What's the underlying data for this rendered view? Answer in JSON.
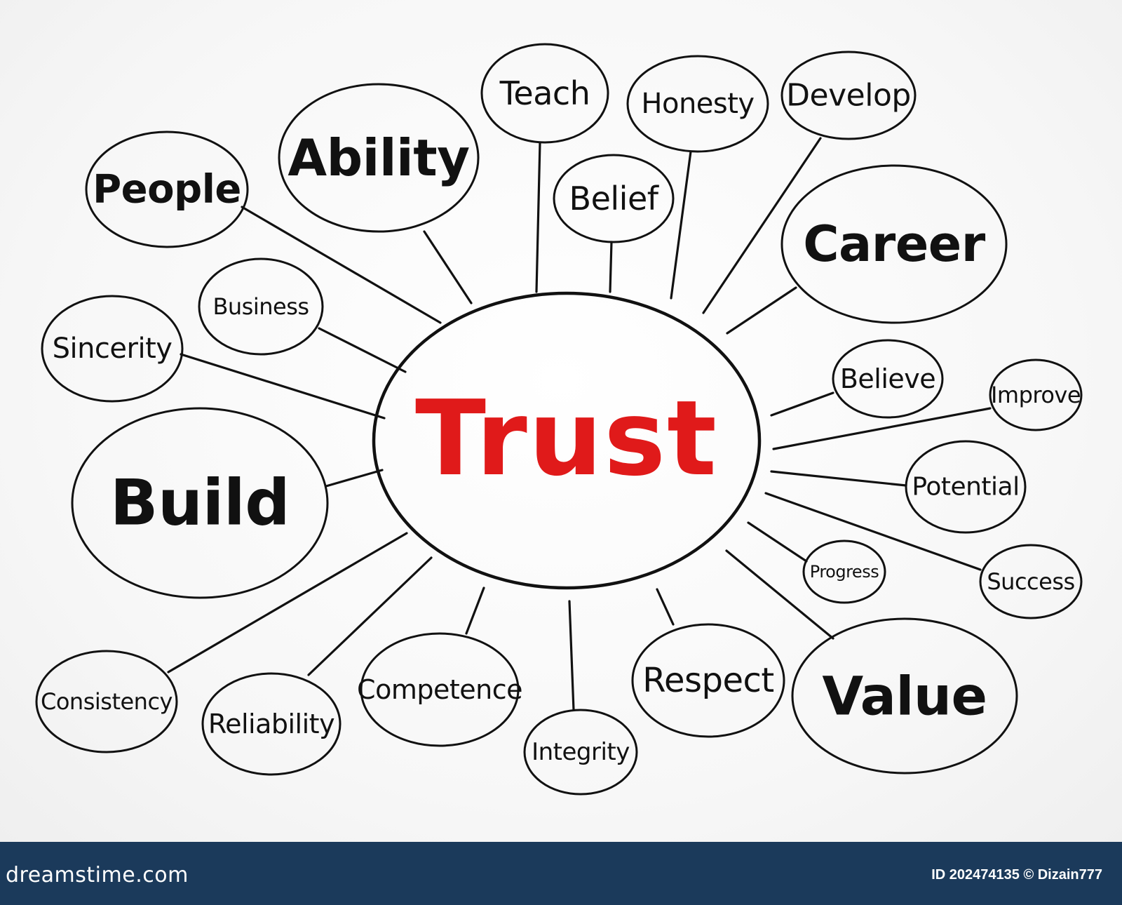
{
  "diagram": {
    "center": {
      "label": "Trust",
      "color": "#e01a1a"
    },
    "nodes": [
      {
        "id": "people",
        "label": "People"
      },
      {
        "id": "ability",
        "label": "Ability"
      },
      {
        "id": "teach",
        "label": "Teach"
      },
      {
        "id": "honesty",
        "label": "Honesty"
      },
      {
        "id": "develop",
        "label": "Develop"
      },
      {
        "id": "belief",
        "label": "Belief"
      },
      {
        "id": "career",
        "label": "Career"
      },
      {
        "id": "business",
        "label": "Business"
      },
      {
        "id": "sincerity",
        "label": "Sincerity"
      },
      {
        "id": "believe",
        "label": "Believe"
      },
      {
        "id": "improve",
        "label": "Improve"
      },
      {
        "id": "build",
        "label": "Build"
      },
      {
        "id": "potential",
        "label": "Potential"
      },
      {
        "id": "progress",
        "label": "Progress"
      },
      {
        "id": "success",
        "label": "Success"
      },
      {
        "id": "consistency",
        "label": "Consistency"
      },
      {
        "id": "reliability",
        "label": "Reliability"
      },
      {
        "id": "competence",
        "label": "Competence"
      },
      {
        "id": "integrity",
        "label": "Integrity"
      },
      {
        "id": "respect",
        "label": "Respect"
      },
      {
        "id": "value",
        "label": "Value"
      }
    ]
  },
  "footer": {
    "logo": "dreamstime.com",
    "id_text": "ID 202474135 © Dizain777"
  }
}
